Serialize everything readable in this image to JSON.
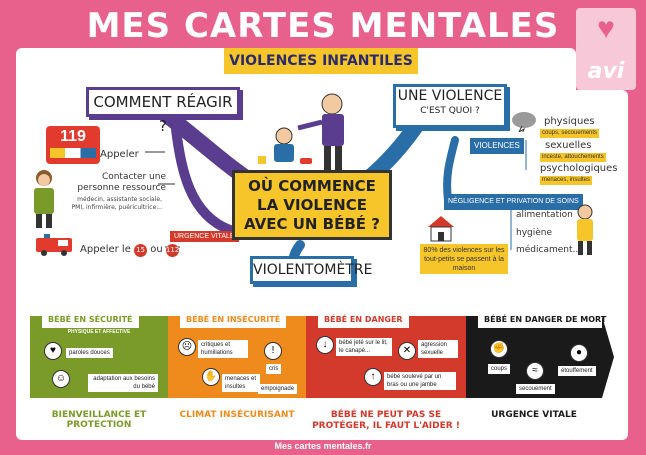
{
  "title": "MES CARTES MENTALES",
  "subtitle": "VIOLENCES INFANTILES",
  "logo": "avi",
  "left": {
    "heading": "COMMENT RÉAGIR ?",
    "phone_number": "119",
    "call": "Appeler",
    "contact": "Contacter une personne ressource",
    "contact_examples": "médecin, assistante sociale, PMI, infirmière, puéricultrice...",
    "urgent": "URGENCE VITALE",
    "call_urgent_prefix": "Appeler le",
    "num_a": "15",
    "num_sep": "ou",
    "num_b": "112"
  },
  "right": {
    "heading": "UNE VIOLENCE",
    "heading_sub": "C'EST QUOI ?",
    "violences": "VIOLENCES",
    "physiques": "physiques",
    "physiques_tag": "coups, secouements",
    "sexuelles": "sexuelles",
    "sexuelles_tag": "inceste, attouchements",
    "psycho": "psychologiques",
    "psycho_tag": "menaces, insultes",
    "neglect": "NÉGLIGENCE ET PRIVATION DE SOINS",
    "aliment": "alimentation",
    "hygiene": "hygiène",
    "medic": "médicament...",
    "stat": "80% des violences sur les tout-petits se passent à la maison"
  },
  "center": {
    "line1": "OÙ COMMENCE",
    "line2": "LA VIOLENCE",
    "line3": "AVEC UN BÉBÉ ?",
    "violentometre": "VIOLENTOMÈTRE"
  },
  "scale": {
    "green": {
      "title": "BÉBÉ EN SÉCURITÉ",
      "sub": "PHYSIQUE ET AFFECTIVE",
      "i1": "paroles douces",
      "i2": "adaptation aux besoins du bébé",
      "foot": "BIENVEILLANCE ET PROTECTION"
    },
    "orange": {
      "title": "BÉBÉ EN INSÉCURITÉ",
      "i1": "critiques et humiliations",
      "i2": "cris",
      "i3": "menaces et insultes",
      "i4": "empoignade",
      "foot": "CLIMAT INSÉCURISANT"
    },
    "red": {
      "title": "BÉBÉ EN DANGER",
      "i1": "bébé jeté sur le lit, le canapé...",
      "i2": "agression sexuelle",
      "i3": "bébé soulevé par un bras ou une jambe",
      "foot1": "BÉBÉ NE PEUT PAS SE",
      "foot2": "PROTÉGER, IL FAUT L'AIDER !"
    },
    "black": {
      "title": "BÉBÉ EN DANGER DE MORT",
      "i1": "coups",
      "i2": "secouement",
      "i3": "étouffement",
      "foot": "URGENCE VITALE"
    }
  },
  "footer": "Mes cartes mentales.fr",
  "colors": {
    "pink": "#e8618c",
    "yellow": "#f6c52a",
    "purple": "#5b3d8f",
    "blue": "#2a6ea8",
    "green": "#7a9a2a",
    "orange": "#ef8a1c",
    "red": "#d43a2b",
    "black": "#1a1a1a"
  }
}
